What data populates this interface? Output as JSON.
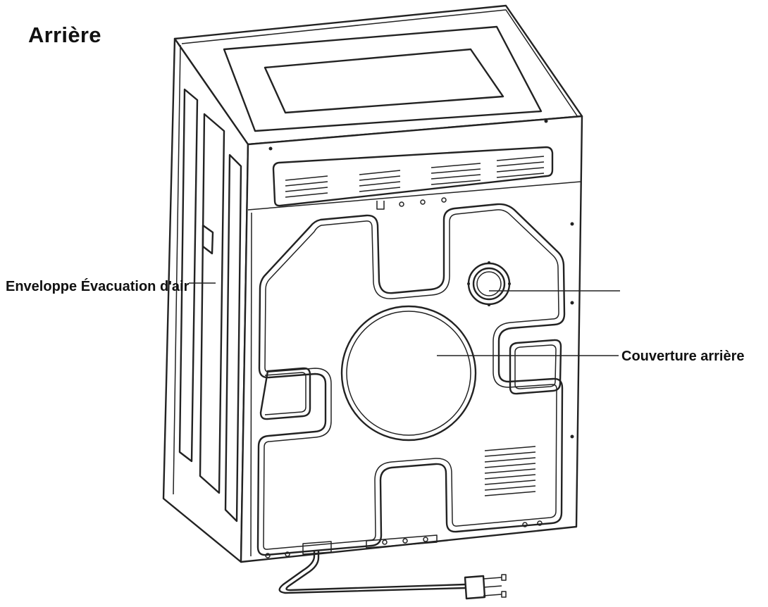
{
  "page": {
    "title": "Arrière"
  },
  "callouts": {
    "air_exhaust_label": "Enveloppe Évacuation d'air",
    "rear_cover_label": "Couverture arrière"
  },
  "colors": {
    "line": "#222222",
    "background": "#ffffff"
  }
}
